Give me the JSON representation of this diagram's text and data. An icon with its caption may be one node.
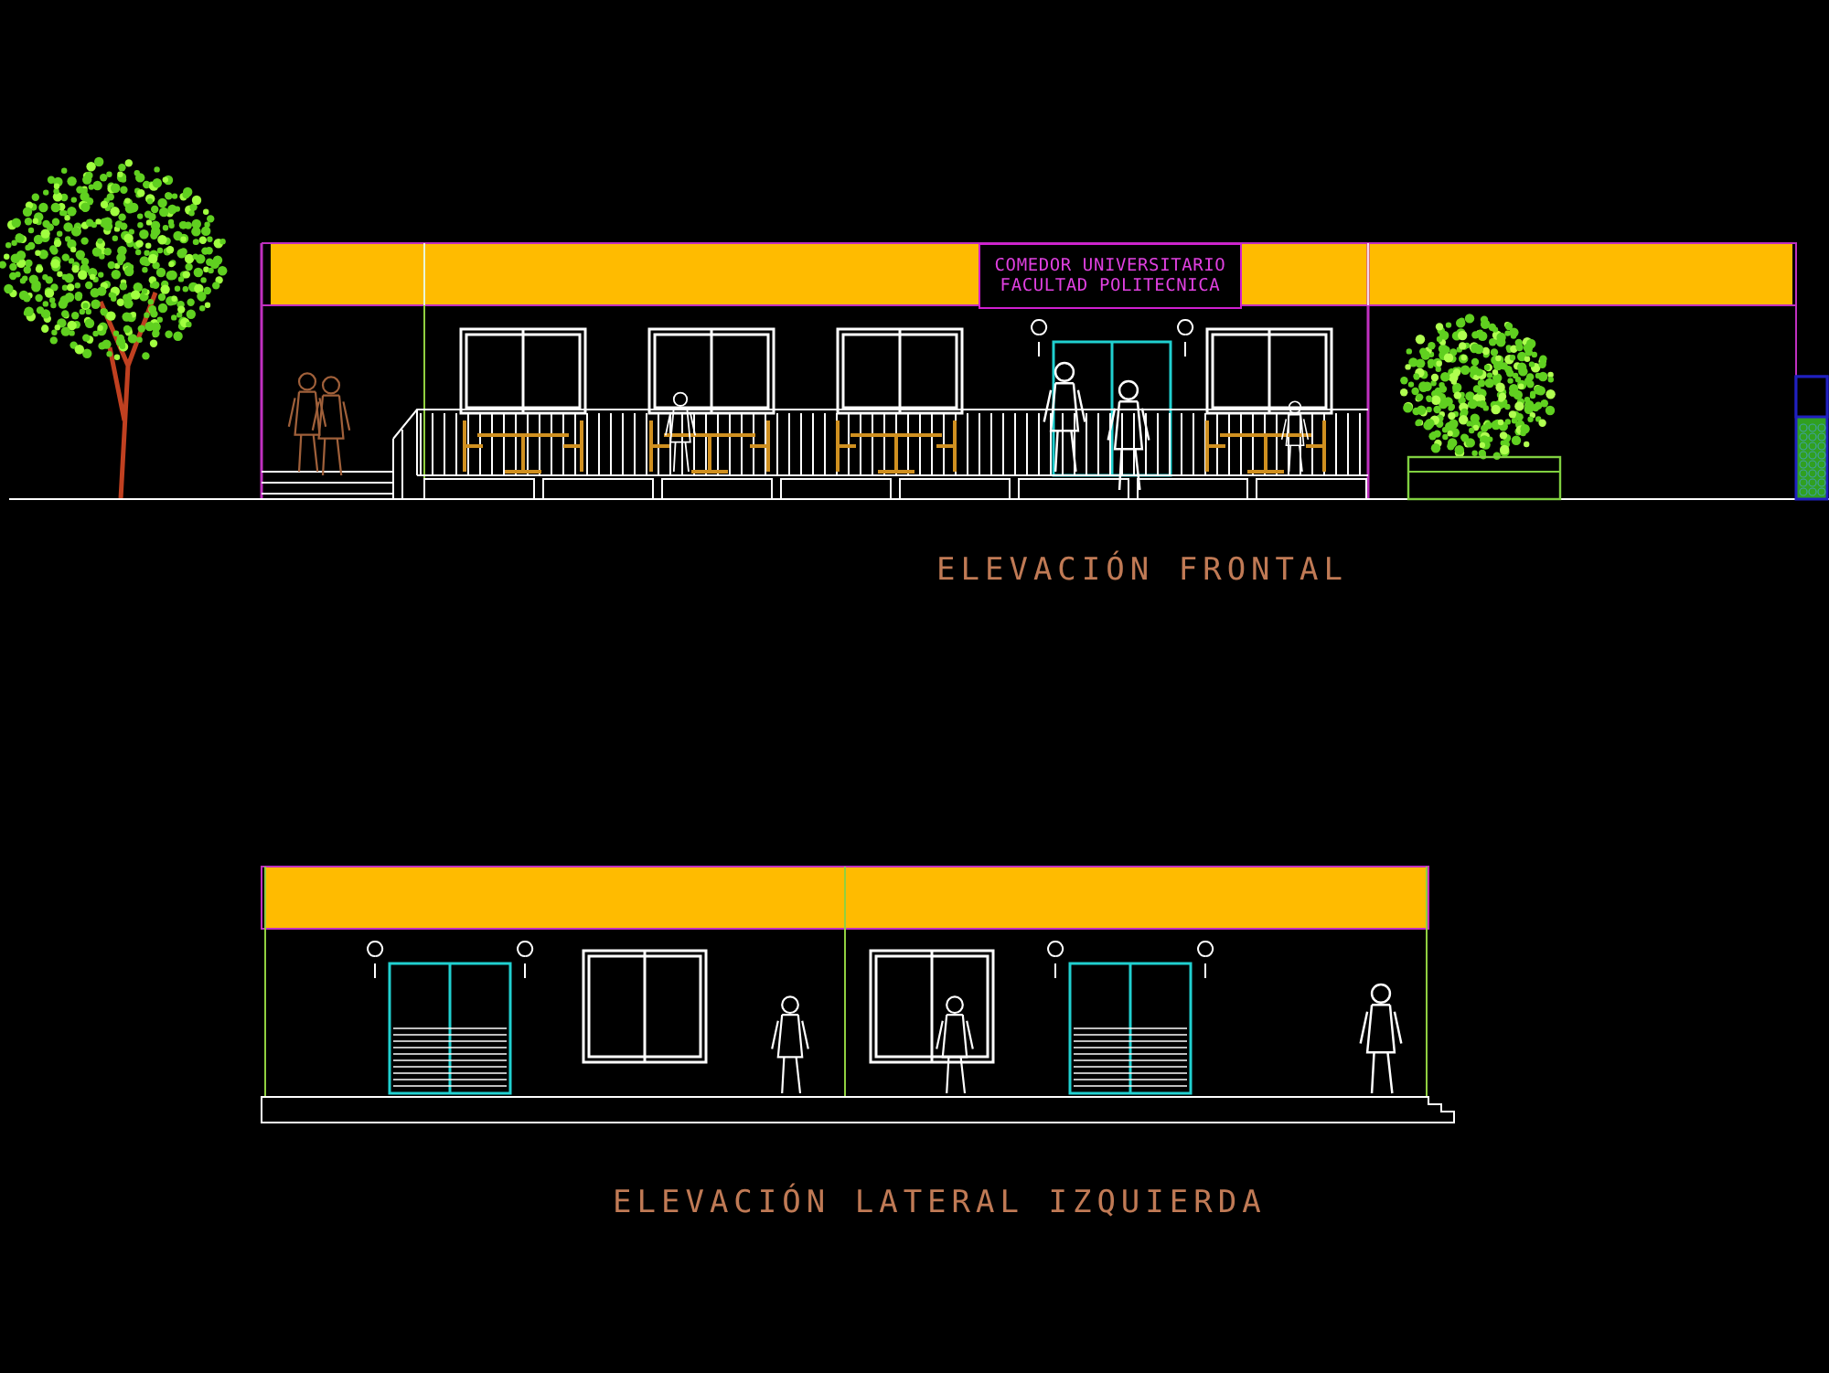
{
  "diagram": {
    "nodes": [
      {
        "text": [
          "COMEDOR UNIVERSITARIO",
          "FACULTAD POLITECNICA"
        ]
      }
    ],
    "labels": [
      "ELEVACIÓN FRONTAL",
      "ELEVACIÓN LATERAL IZQUIERDA"
    ]
  }
}
